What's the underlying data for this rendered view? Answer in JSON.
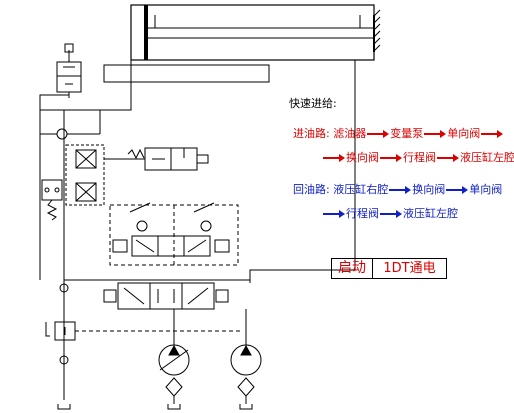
{
  "title": "快速进给:",
  "inlet": {
    "label": "进油路:",
    "items": [
      "滤油器",
      "变量泵",
      "单向阀",
      "换向阀",
      "行程阀",
      "液压缸左腔"
    ],
    "color": "#dd0000"
  },
  "return": {
    "label": "回油路:",
    "items": [
      "液压缸右腔",
      "换向阀",
      "单向阀",
      "行程阀",
      "液压缸左腔"
    ],
    "color": "#1020c8"
  },
  "start_box": {
    "action": "启动",
    "state": "1DT通电"
  }
}
